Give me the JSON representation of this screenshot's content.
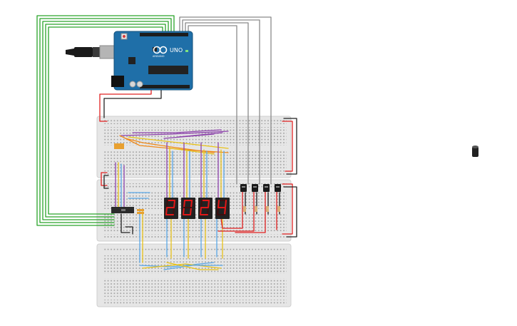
{
  "arduino": {
    "model_label": "UNO",
    "brand_label": "ARDUINO",
    "colors": {
      "board": "#1f6fa8",
      "header": "#1d1d1d"
    }
  },
  "display": {
    "digits": [
      "2",
      "0",
      "2",
      "4"
    ],
    "segment_on_color": "#e01818",
    "segment_off_color": "#3c0f0f"
  },
  "wire_colors": {
    "green": "#2aa52a",
    "red": "#e02020",
    "black": "#222222",
    "gray": "#8a8a8a",
    "yellow": "#e8c21a",
    "blue": "#5aa7e6",
    "purple": "#8e44ad",
    "orange": "#f08a1a"
  },
  "components": {
    "breadboards": 3,
    "transistors": 4,
    "shift_register": 1,
    "resistor_arrays": 2,
    "capacitor": 1
  }
}
